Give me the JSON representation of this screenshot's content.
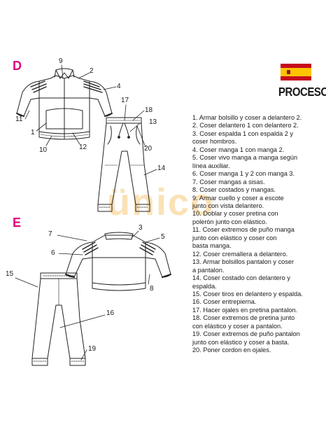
{
  "views": [
    {
      "letter": "D"
    },
    {
      "letter": "E"
    }
  ],
  "callouts": [
    {
      "id": "d9",
      "text": "9"
    },
    {
      "id": "d2",
      "text": "2"
    },
    {
      "id": "d4",
      "text": "4"
    },
    {
      "id": "d11",
      "text": "11"
    },
    {
      "id": "d1",
      "text": "1"
    },
    {
      "id": "d10",
      "text": "10"
    },
    {
      "id": "d12",
      "text": "12"
    },
    {
      "id": "d17",
      "text": "17"
    },
    {
      "id": "d18",
      "text": "18"
    },
    {
      "id": "d13",
      "text": "13"
    },
    {
      "id": "d20",
      "text": "20"
    },
    {
      "id": "d14",
      "text": "14"
    },
    {
      "id": "e7",
      "text": "7"
    },
    {
      "id": "e3",
      "text": "3"
    },
    {
      "id": "e5",
      "text": "5"
    },
    {
      "id": "e6",
      "text": "6"
    },
    {
      "id": "e8",
      "text": "8"
    },
    {
      "id": "e15",
      "text": "15"
    },
    {
      "id": "e16",
      "text": "16"
    },
    {
      "id": "e19",
      "text": "19"
    }
  ],
  "flag": {
    "colors": [
      "#c60b1e",
      "#ffc400",
      "#c60b1e"
    ],
    "emblem_color": "#8a1c12"
  },
  "process": {
    "title": "PROCESO",
    "steps": [
      "1. Armar bolsillo y coser a delantero 2.",
      "2. Coser delantero 1 con delantero 2.",
      "3. Coser espalda 1 con espalda 2 y\n   coser hombros.",
      "4. Coser manga 1 con manga 2.",
      "5. Coser vivo manga a manga según\n   línea auxiliar.",
      "6. Coser manga 1 y 2 con manga 3.",
      "7. Coser mangas a sisas.",
      "8. Coser costados y mangas.",
      "9. Armar cuello y coser a escote\n   junto con vista delantero.",
      "10. Doblar y coser pretina con\n   polerón junto con elástico.",
      "11. Coser extremos de puño manga\n   junto con elástico y coser con\n   basta manga.",
      "12. Coser cremallera a delantero.",
      "13. Armar bolsillos pantalon y coser\n   a pantalon.",
      "14. Coser costado con delantero y\n   espalda.",
      "15. Coser tiros en delantero y espalda.",
      "16. Coser entrepierna.",
      "17. Hacer ojales en pretina pantalon.",
      "18. Coser extremos de pretina junto\n   con elástico y coser a pantalon.",
      "19. Coser extremos de puño pantalon\n   junto con elástico y coser a basta.",
      "20. Poner cordon en ojales."
    ]
  },
  "watermark": {
    "text": "ünico"
  },
  "colors": {
    "accent_letter": "#e3007e",
    "line": "#222222",
    "watermark": "#f5a623"
  }
}
